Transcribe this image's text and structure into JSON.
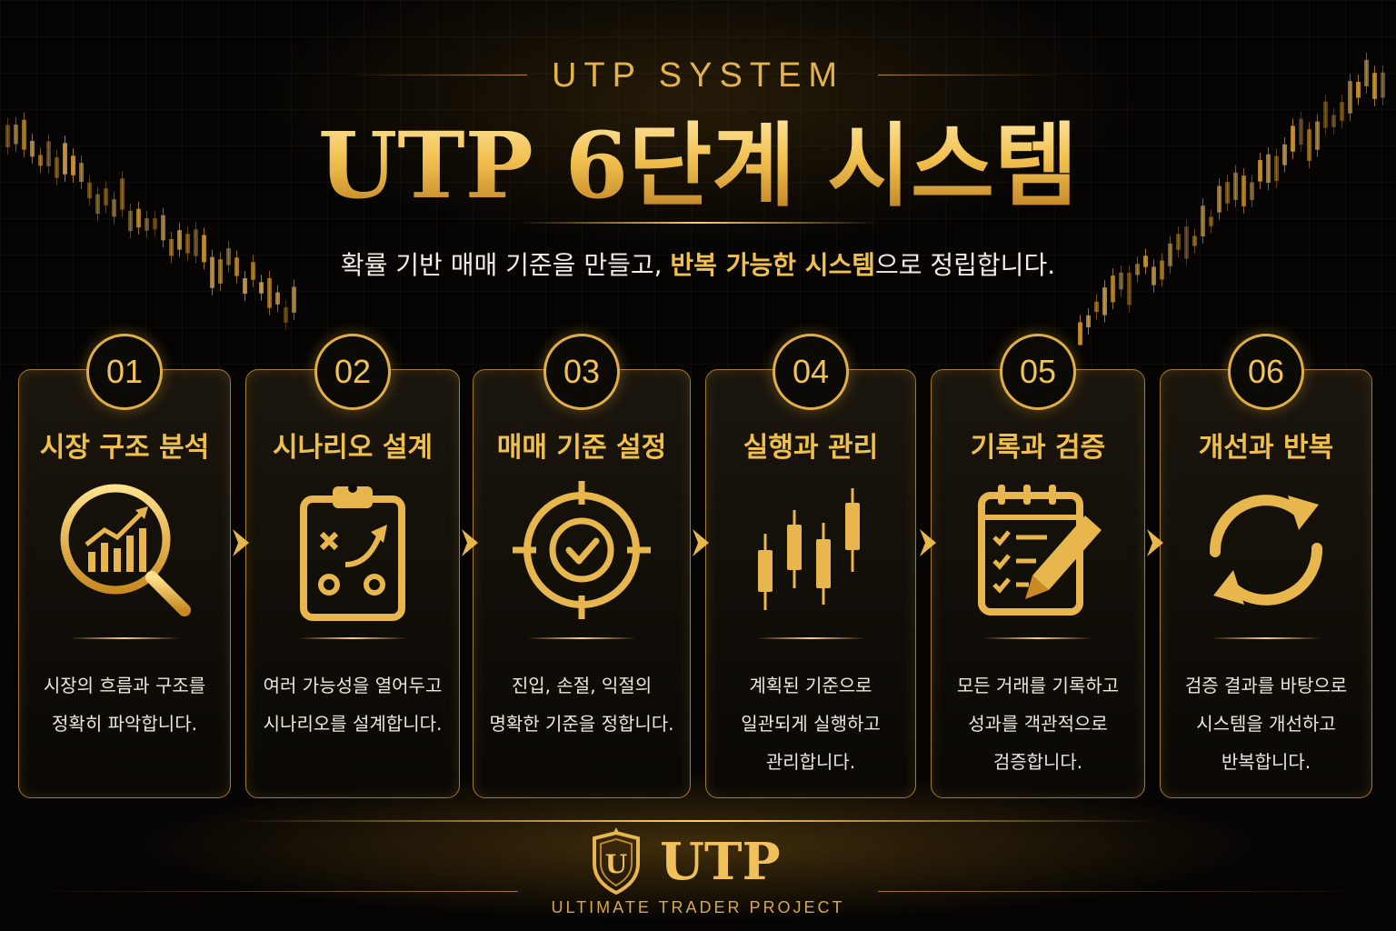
{
  "header": {
    "brand": "UTP SYSTEM",
    "title": "UTP 6단계 시스템",
    "subtitle_pre": "확률 기반 매매 기준을 만들고, ",
    "subtitle_highlight": "반복 가능한 시스템",
    "subtitle_post": "으로 정립합니다."
  },
  "steps": [
    {
      "num": "01",
      "title": "시장 구조 분석",
      "icon": "magnifier-chart-icon",
      "desc": [
        "시장의 흐름과 구조를",
        "정확히 파악합니다."
      ]
    },
    {
      "num": "02",
      "title": "시나리오 설계",
      "icon": "clipboard-strategy-icon",
      "desc": [
        "여러 가능성을 열어두고",
        "시나리오를 설계합니다."
      ]
    },
    {
      "num": "03",
      "title": "매매 기준 설정",
      "icon": "target-check-icon",
      "desc": [
        "진입, 손절, 익절의",
        "명확한 기준을 정합니다."
      ]
    },
    {
      "num": "04",
      "title": "실행과 관리",
      "icon": "candlestick-icon",
      "desc": [
        "계획된 기준으로",
        "일관되게 실행하고",
        "관리합니다."
      ]
    },
    {
      "num": "05",
      "title": "기록과 검증",
      "icon": "calendar-checklist-pencil-icon",
      "desc": [
        "모든 거래를 기록하고",
        "성과를 객관적으로",
        "검증합니다."
      ]
    },
    {
      "num": "06",
      "title": "개선과 반복",
      "icon": "cycle-arrows-icon",
      "desc": [
        "검증 결과를 바탕으로",
        "시스템을 개선하고",
        "반복합니다."
      ]
    }
  ],
  "footer": {
    "logo_letter": "U",
    "brand": "UTP",
    "sub": "ULTIMATE  TRADER PROJECT"
  },
  "colors": {
    "gold": "#f0c04d",
    "gold_dark": "#a57a2c",
    "background": "#050403",
    "text": "#ece7dc"
  }
}
